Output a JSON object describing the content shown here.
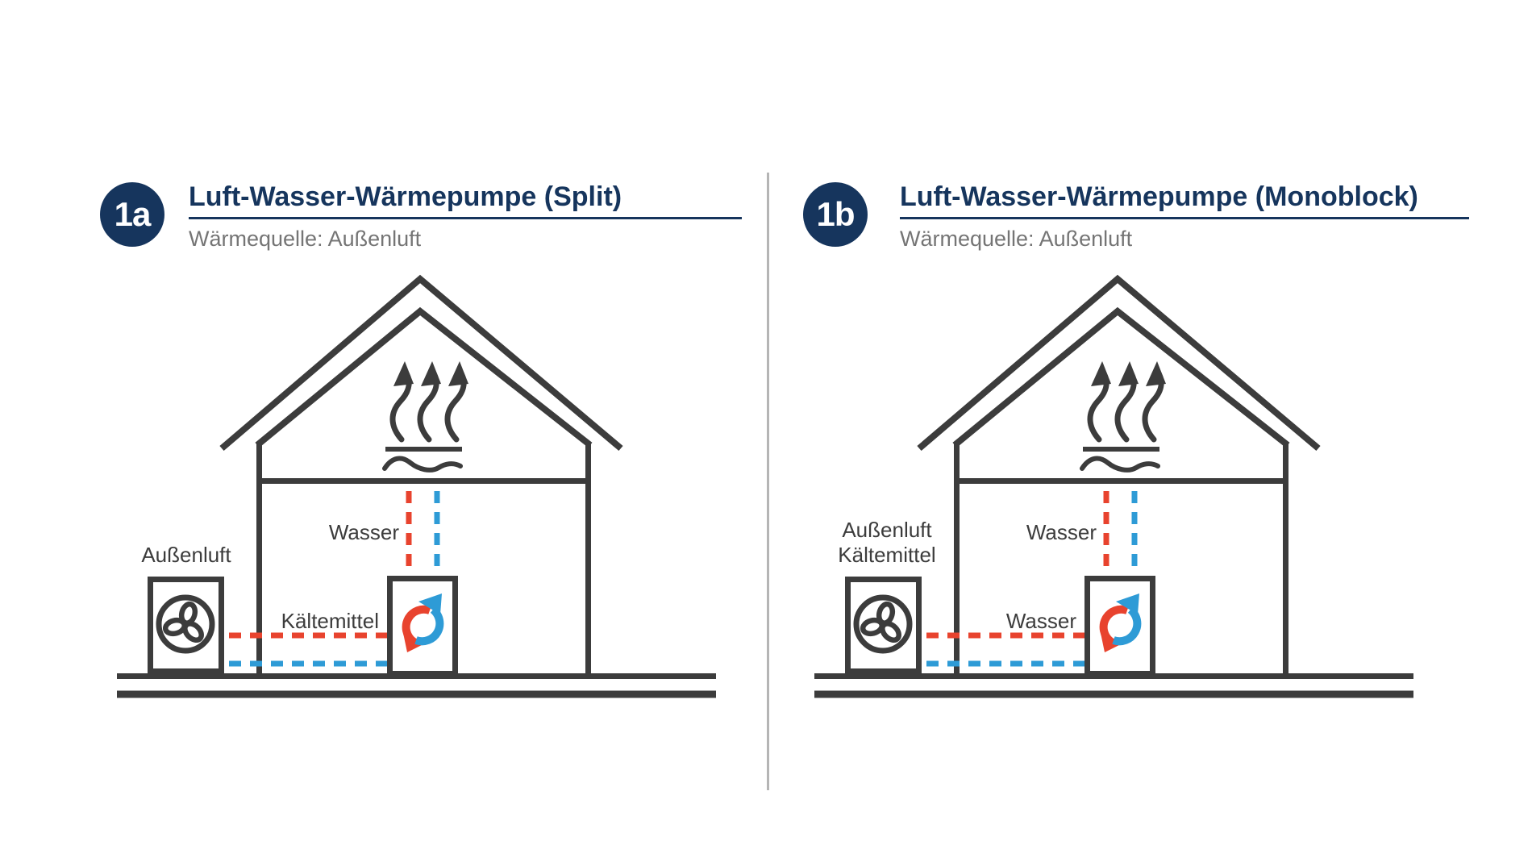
{
  "page": {
    "background": "#ffffff"
  },
  "colors": {
    "navy": "#16355d",
    "ink": "#3c3c3c",
    "label_gray": "#757575",
    "red": "#e8432e",
    "blue": "#2e9bd6",
    "divider": "#b5b5b5",
    "white": "#ffffff"
  },
  "panels": [
    {
      "badge": "1a",
      "title": "Luft-Wasser-Wärmepumpe (Split)",
      "subtitle": "Wärmequelle: Außenluft",
      "labels": {
        "outdoor_line1": "",
        "outdoor_line2": "Außenluft",
        "vertical_pipes": "Wasser",
        "horizontal_pipes": "Kältemittel"
      },
      "icons": {
        "outdoor_unit": "fan-icon",
        "indoor_unit": "cycle-arrows-icon",
        "roof_space": "heat-arrows-icon",
        "heating_surface": "radiator-wave-icon"
      }
    },
    {
      "badge": "1b",
      "title": "Luft-Wasser-Wärmepumpe (Monoblock)",
      "subtitle": "Wärmequelle: Außenluft",
      "labels": {
        "outdoor_line1": "Außenluft",
        "outdoor_line2": "Kältemittel",
        "vertical_pipes": "Wasser",
        "horizontal_pipes": "Wasser"
      },
      "icons": {
        "outdoor_unit": "fan-icon",
        "indoor_unit": "cycle-arrows-icon",
        "roof_space": "heat-arrows-icon",
        "heating_surface": "radiator-wave-icon"
      }
    }
  ]
}
